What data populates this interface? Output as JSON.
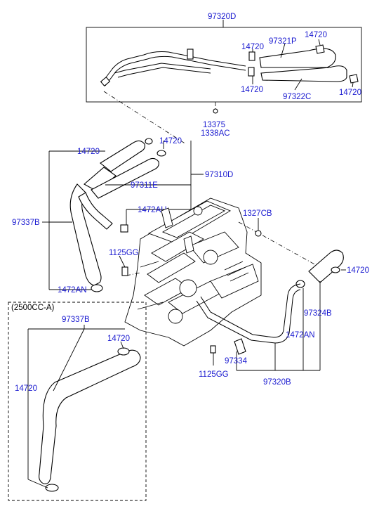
{
  "labels": {
    "p97320D": "97320D",
    "p14720_tr": "14720",
    "p97321P": "97321P",
    "p14720_a": "14720",
    "p14720_b": "14720",
    "p97322C": "97322C",
    "p14720_c": "14720",
    "p13375": "13375",
    "p1338AC": "1338AC",
    "p14720_d": "14720",
    "p14720_e": "14720",
    "p97310D": "97310D",
    "p97311E": "97311E",
    "p1472AU": "1472AU",
    "p1327CB": "1327CB",
    "p97337B": "97337B",
    "p1125GG_a": "1125GG",
    "p14720_f": "14720",
    "p1472AN_a": "1472AN",
    "p97324B": "97324B",
    "p1472AN_b": "1472AN",
    "p97334": "97334",
    "p1125GG_b": "1125GG",
    "p97320B": "97320B",
    "variant": "(2500CC-A)",
    "p97337B_b": "97337B",
    "p14720_g": "14720",
    "p14720_h": "14720"
  }
}
